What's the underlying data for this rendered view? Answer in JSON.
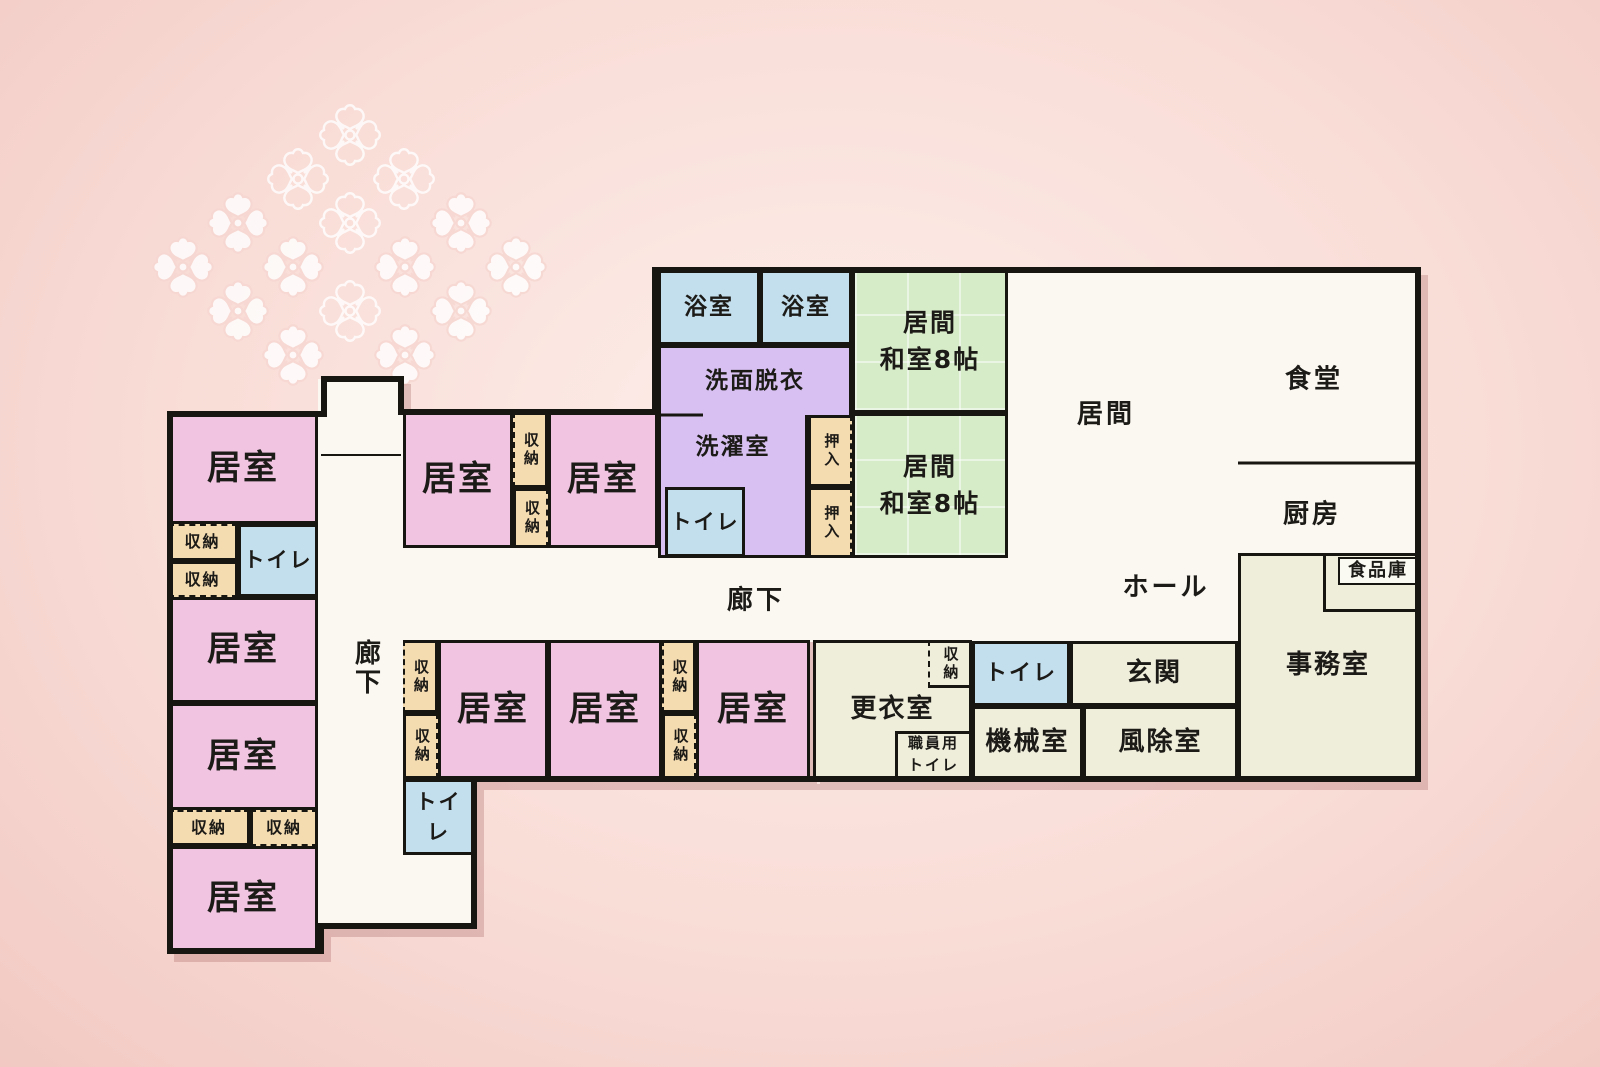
{
  "colors": {
    "background": "#f8dcd6",
    "wall": "#181611",
    "resident_pink": "#f1c5e1",
    "bath_blue": "#c3dfee",
    "wash_purple": "#d8c1f2",
    "storage_tan": "#f4dbb0",
    "tatami_green": "#d6ebc7",
    "service_cream": "#efeedb",
    "floor_white": "#faf8f0",
    "pattern_flower": "#ffffff"
  },
  "rooms": [
    {
      "id": "kyoshitsu-1",
      "label": "居室",
      "type": "resident-room"
    },
    {
      "id": "shuno-1",
      "label": "収納",
      "type": "storage"
    },
    {
      "id": "shuno-2",
      "label": "収納",
      "type": "storage"
    },
    {
      "id": "toire-1",
      "label": "トイレ",
      "type": "toilet"
    },
    {
      "id": "kyoshitsu-2",
      "label": "居室",
      "type": "resident-room"
    },
    {
      "id": "kyoshitsu-3",
      "label": "居室",
      "type": "resident-room"
    },
    {
      "id": "shuno-3",
      "label": "収納",
      "type": "storage"
    },
    {
      "id": "shuno-4",
      "label": "収納",
      "type": "storage"
    },
    {
      "id": "kyoshitsu-4",
      "label": "居室",
      "type": "resident-room"
    },
    {
      "id": "kyoshitsu-5",
      "label": "居室",
      "type": "resident-room"
    },
    {
      "id": "shuno-5",
      "label": "収納",
      "type": "storage"
    },
    {
      "id": "shuno-6",
      "label": "収納",
      "type": "storage"
    },
    {
      "id": "kyoshitsu-6",
      "label": "居室",
      "type": "resident-room"
    },
    {
      "id": "yokushitsu-1",
      "label": "浴室",
      "type": "bath"
    },
    {
      "id": "yokushitsu-2",
      "label": "浴室",
      "type": "bath"
    },
    {
      "id": "senmendatsui",
      "label": "洗面脱衣",
      "type": "washroom"
    },
    {
      "id": "sentakushitsu",
      "label": "洗濯室",
      "type": "laundry"
    },
    {
      "id": "toire-2",
      "label": "トイレ",
      "type": "toilet"
    },
    {
      "id": "oshiire-1",
      "label": "押入",
      "type": "closet"
    },
    {
      "id": "oshiire-2",
      "label": "押入",
      "type": "closet"
    },
    {
      "id": "washitsu-1",
      "label": "居間\n和室8帖",
      "type": "tatami-room"
    },
    {
      "id": "washitsu-2",
      "label": "居間\n和室8帖",
      "type": "tatami-room"
    },
    {
      "id": "shuno-7",
      "label": "収納",
      "type": "storage"
    },
    {
      "id": "shuno-8",
      "label": "収納",
      "type": "storage"
    },
    {
      "id": "kyoshitsu-7",
      "label": "居室",
      "type": "resident-room"
    },
    {
      "id": "kyoshitsu-8",
      "label": "居室",
      "type": "resident-room"
    },
    {
      "id": "shuno-9",
      "label": "収納",
      "type": "storage"
    },
    {
      "id": "shuno-10",
      "label": "収納",
      "type": "storage"
    },
    {
      "id": "kyoshitsu-9",
      "label": "居室",
      "type": "resident-room"
    },
    {
      "id": "toire-3",
      "label": "トイレ",
      "type": "toilet"
    },
    {
      "id": "koishitsu",
      "label": "更衣室",
      "type": "changing-room"
    },
    {
      "id": "shuno-11",
      "label": "収納",
      "type": "storage"
    },
    {
      "id": "shokuin-toire",
      "label": "職員用\nトイレ",
      "type": "staff-toilet"
    },
    {
      "id": "toire-4",
      "label": "トイレ",
      "type": "toilet"
    },
    {
      "id": "genkan",
      "label": "玄関",
      "type": "entrance"
    },
    {
      "id": "kikaishitsu",
      "label": "機械室",
      "type": "machine-room"
    },
    {
      "id": "fujoshitsu",
      "label": "風除室",
      "type": "windbreak-room"
    },
    {
      "id": "jimushitsu",
      "label": "事務室",
      "type": "office"
    },
    {
      "id": "shokuhinko-room",
      "label": "",
      "type": "pantry"
    },
    {
      "id": "shokuhinko",
      "label": "食品庫",
      "type": "pantry-label"
    }
  ],
  "area_labels": [
    {
      "id": "ima",
      "text": "居間"
    },
    {
      "id": "shokudo",
      "text": "食堂"
    },
    {
      "id": "chubo",
      "text": "厨房"
    },
    {
      "id": "hall",
      "text": "ホール"
    },
    {
      "id": "roka-1",
      "text": "廊下"
    },
    {
      "id": "roka-2",
      "text": "廊下"
    }
  ]
}
